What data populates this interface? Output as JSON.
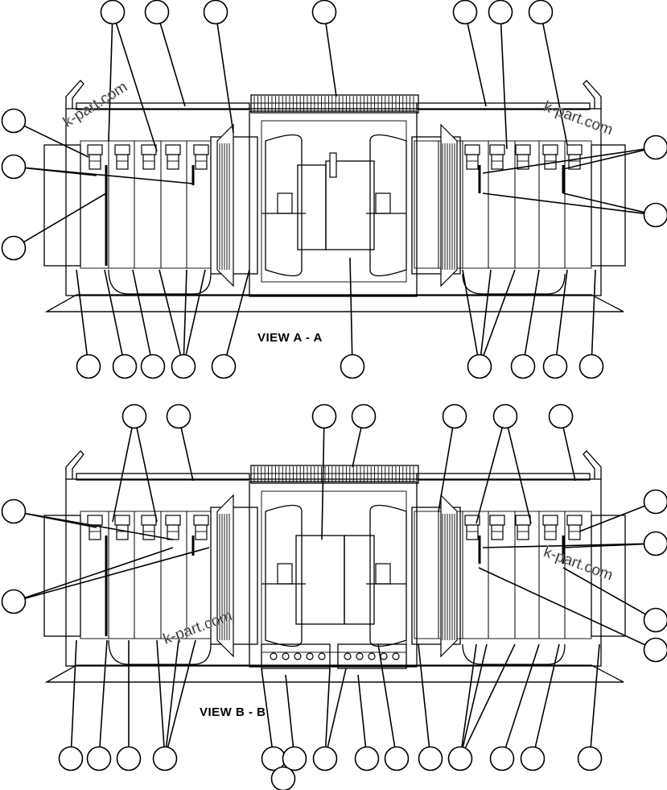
{
  "views": [
    {
      "id": "view-a",
      "label": "VIEW A - A",
      "watermark_left": "k-part.com",
      "watermark_right": "k-part.com"
    },
    {
      "id": "view-b",
      "label": "VIEW B - B",
      "watermark_left": "k-part.com",
      "watermark_right": "k-part.com"
    }
  ],
  "colors": {
    "line": "#000000",
    "background": "#ffffff",
    "watermark": "#8c8c8c"
  }
}
